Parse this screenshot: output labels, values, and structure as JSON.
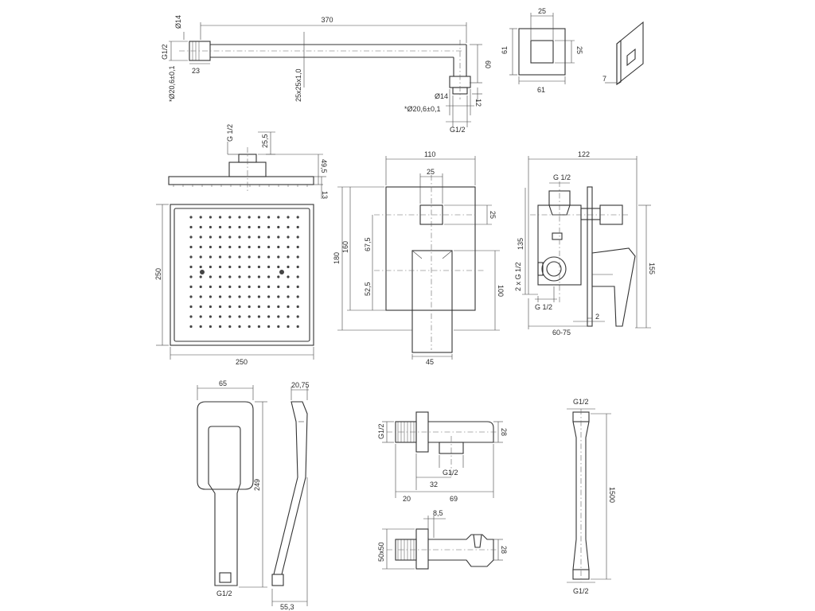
{
  "arm": {
    "length": "370",
    "pipe_dia": "Ø14",
    "thread": "G1/2",
    "nut_len": "23",
    "nut_dia": "*Ø20,6±0,1",
    "section": "25x25x1,0",
    "drop": "60",
    "end_dia": "Ø14",
    "end_len": "12",
    "end_nut": "*Ø20,6±0,1",
    "end_thread": "G1/2"
  },
  "flange": {
    "inner": "25",
    "height": "61",
    "inner_v": "25",
    "width": "61",
    "depth": "7"
  },
  "head": {
    "thread": "G 1/2",
    "connector": "25,5",
    "total": "49,5",
    "plate": "13",
    "height": "250",
    "width": "250"
  },
  "mixer_front": {
    "width": "110",
    "stem": "25",
    "stem_h": "25",
    "height_total": "180",
    "height_plate": "160",
    "upper": "67,5",
    "lower": "52,5",
    "handle_h": "100",
    "handle_w": "45"
  },
  "mixer_side": {
    "depth": "122",
    "inlet": "G 1/2",
    "body_h": "135",
    "outlets": "2 x G 1/2",
    "total_h": "155",
    "bottom_inlet": "G 1/2",
    "offset": "2",
    "install": "60-75"
  },
  "hand": {
    "width": "65",
    "thread": "G1/2",
    "length": "249",
    "thickness": "20,75",
    "depth": "55,3"
  },
  "elbow": {
    "thread": "G1/2",
    "height": "28",
    "outlet": "G1/2",
    "offset": "32",
    "base": "20",
    "length": "69"
  },
  "holder": {
    "plate": "50x50",
    "slot": "8,5",
    "height": "28"
  },
  "hose": {
    "top_thread": "G1/2",
    "length": "1500",
    "bottom_thread": "G1/2"
  }
}
